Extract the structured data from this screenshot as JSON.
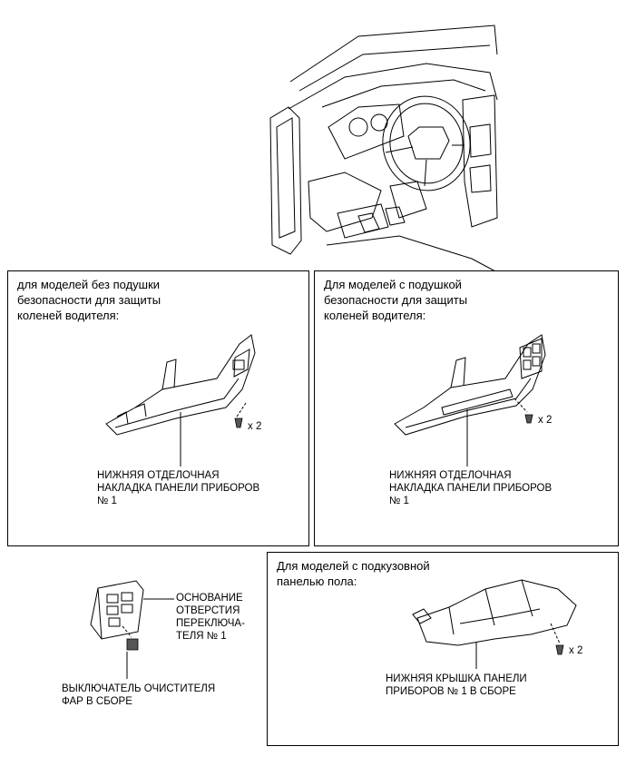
{
  "panels": {
    "without_knee_airbag": {
      "header": "для моделей без подушки\nбезопасности для защиты\nколеней водителя:",
      "part_label": "НИЖНЯЯ ОТДЕЛОЧНАЯ\nНАКЛАДКА ПАНЕЛИ ПРИБОРОВ\n№ 1",
      "bolt_qty": "x 2"
    },
    "with_knee_airbag": {
      "header": "Для моделей с подушкой\nбезопасности для защиты\nколеней водителя:",
      "part_label": "НИЖНЯЯ ОТДЕЛОЧНАЯ\nНАКЛАДКА ПАНЕЛИ ПРИБОРОВ\n№ 1",
      "bolt_qty": "x 2"
    },
    "with_underbody_panel": {
      "header": "Для моделей с подкузовной\nпанелью пола:",
      "part_label": "НИЖНЯЯ КРЫШКА ПАНЕЛИ\nПРИБОРОВ № 1 В СБОРЕ",
      "bolt_qty": "x 2"
    }
  },
  "switch_parts": {
    "switch_base_label": "ОСНОВАНИЕ\nОТВЕРСТИЯ\nПЕРЕКЛЮЧА-\nТЕЛЯ № 1",
    "headlamp_cleaner_label": "ВЫКЛЮЧАТЕЛЬ ОЧИСТИТЕЛЯ\nФАР В СБОРЕ"
  }
}
